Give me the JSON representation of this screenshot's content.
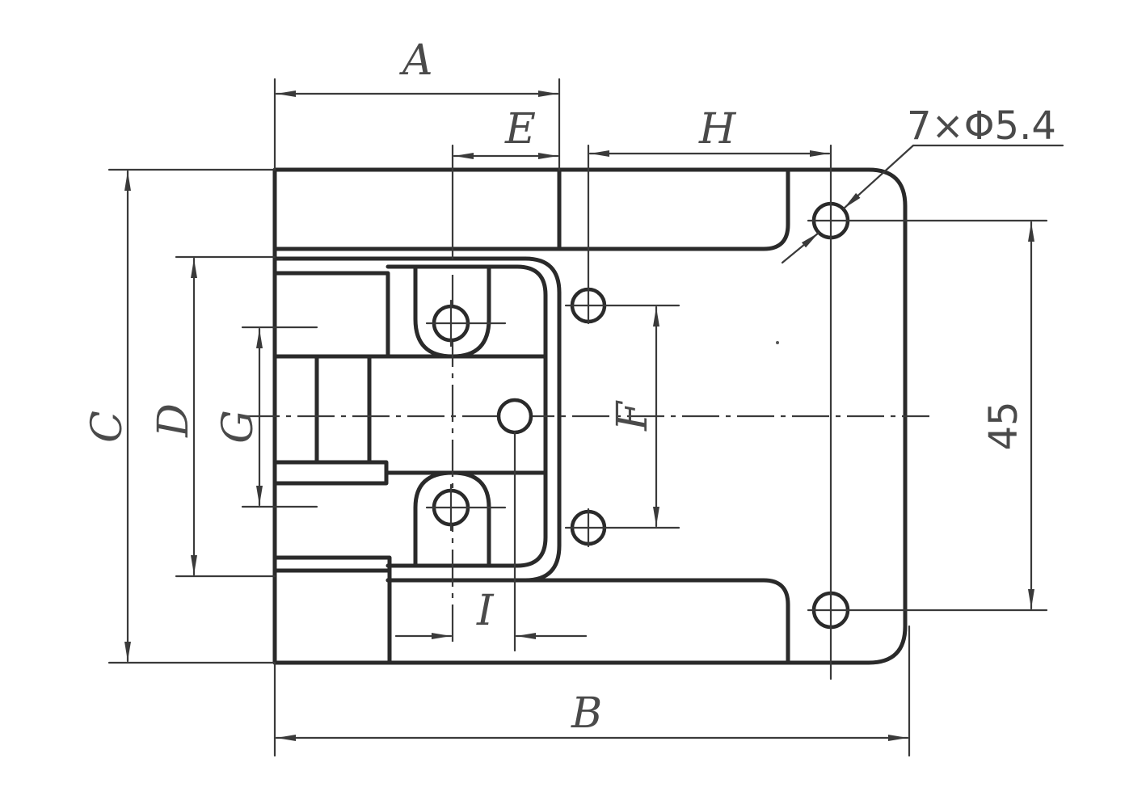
{
  "labels": {
    "A": "A",
    "B": "B",
    "C": "C",
    "D": "D",
    "E": "E",
    "F": "F",
    "G": "G",
    "H": "H",
    "I": "I",
    "dim_45": "45",
    "holes_callout": "7×Φ5.4"
  },
  "colors": {
    "line": "#2a2a2a",
    "text": "#4a4a4a",
    "background": "#ffffff"
  }
}
